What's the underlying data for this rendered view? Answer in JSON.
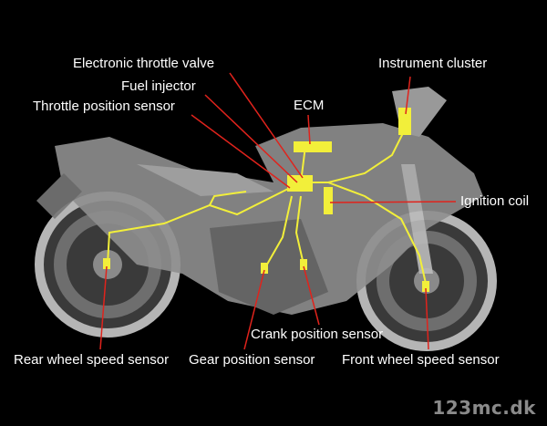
{
  "labels": {
    "electronic_throttle_valve": "Electronic throttle valve",
    "fuel_injector": "Fuel injector",
    "throttle_position_sensor": "Throttle position sensor",
    "ecm": "ECM",
    "instrument_cluster": "Instrument cluster",
    "ignition_coil": "Ignition coil",
    "crank_position_sensor": "Crank position sensor",
    "rear_wheel_speed_sensor": "Rear wheel speed sensor",
    "gear_position_sensor": "Gear position sensor",
    "front_wheel_speed_sensor": "Front wheel speed sensor"
  },
  "watermark": "123mc.dk",
  "colors": {
    "background": "#000000",
    "leader": "#e0231c",
    "wiring": "#f2ef3a",
    "body": "#9a9a9a"
  }
}
